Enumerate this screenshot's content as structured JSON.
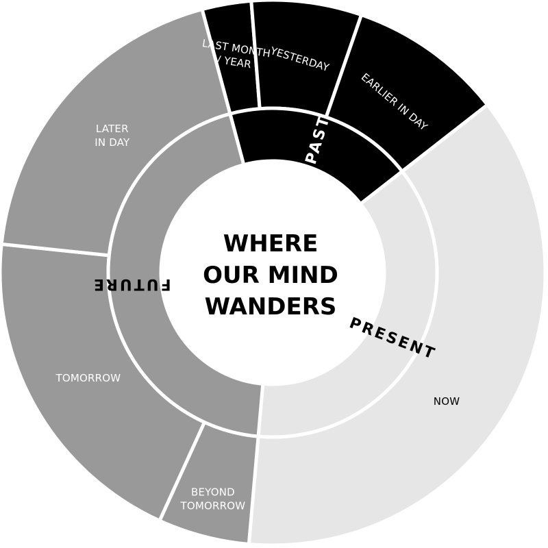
{
  "chart_data": {
    "type": "sunburst",
    "title_lines": [
      "WHERE",
      "OUR MIND",
      "WANDERS"
    ],
    "inner_ring": [
      {
        "label": "PAST",
        "start": 255.0,
        "end": 322.0,
        "color": "#000000",
        "text_color": "#ffffff"
      },
      {
        "label": "PRESENT",
        "start": 322.0,
        "end": 455.0,
        "color": "#e6e6e6",
        "text_color": "#000000"
      },
      {
        "label": "FUTURE",
        "start": 455.0,
        "end": 615.0,
        "color": "#999999",
        "text_color": "#000000"
      }
    ],
    "outer_ring": [
      {
        "lines": [
          "LAST MONTH",
          "/ YEAR"
        ],
        "start": 255.0,
        "end": 265.5,
        "color": "#000000",
        "text_color": "#ffffff"
      },
      {
        "lines": [
          "YESTERDAY"
        ],
        "start": 265.5,
        "end": 289.0,
        "color": "#000000",
        "text_color": "#ffffff"
      },
      {
        "lines": [
          "EARLIER IN DAY"
        ],
        "start": 289.0,
        "end": 322.0,
        "color": "#000000",
        "text_color": "#ffffff"
      },
      {
        "lines": [
          "NOW"
        ],
        "start": 322.0,
        "end": 455.0,
        "color": "#e6e6e6",
        "text_color": "#000000"
      },
      {
        "lines": [
          "BEYOND",
          "TOMORROW"
        ],
        "start": 455.0,
        "end": 474.5,
        "color": "#999999",
        "text_color": "#ffffff"
      },
      {
        "lines": [
          "TOMORROW"
        ],
        "start": 474.5,
        "end": 546.0,
        "color": "#999999",
        "text_color": "#ffffff"
      },
      {
        "lines": [
          "LATER",
          "IN DAY"
        ],
        "start": 546.0,
        "end": 615.0,
        "color": "#999999",
        "text_color": "#ffffff"
      }
    ]
  }
}
